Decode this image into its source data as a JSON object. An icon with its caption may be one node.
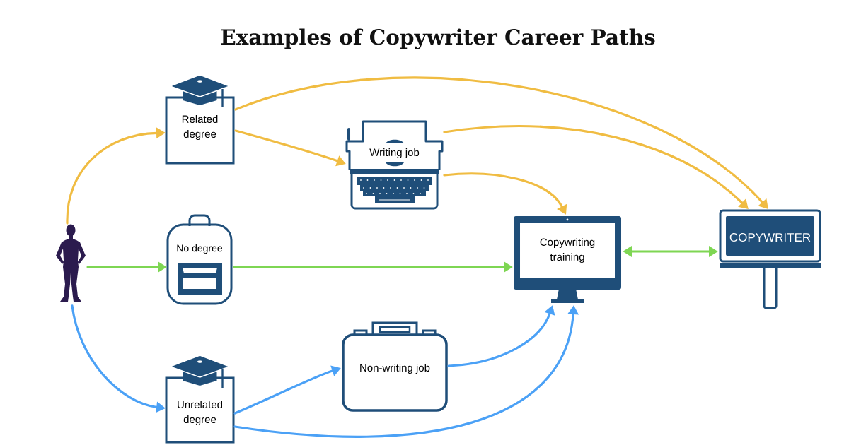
{
  "diagram": {
    "title": "Examples of Copywriter Career Paths",
    "nodes": [
      {
        "text": [],
        "shape": "person"
      },
      {
        "text": [
          "Related degree"
        ]
      },
      {
        "text": [
          "No degree"
        ]
      },
      {
        "text": [
          "Unrelated degree"
        ]
      },
      {
        "text": [
          "Writing job"
        ]
      },
      {
        "text": [
          "Non-writing job"
        ]
      },
      {
        "text": [
          "Copywriting training"
        ]
      },
      {
        "text": [
          "COPYWRITER"
        ]
      }
    ],
    "edges": [
      {
        "from": 0,
        "to": 1,
        "arrow": "to"
      },
      {
        "from": 0,
        "to": 2,
        "arrow": "to",
        "color": "#7ed653"
      },
      {
        "from": 0,
        "to": 3,
        "arrow": "to",
        "color": "#4ba1f6"
      },
      {
        "from": 1,
        "to": 7,
        "arrow": "to"
      },
      {
        "from": 1,
        "to": 4,
        "arrow": "to"
      },
      {
        "from": 4,
        "to": 7,
        "arrow": "to"
      },
      {
        "from": 4,
        "to": 6,
        "arrow": "to"
      },
      {
        "from": 2,
        "to": 6,
        "arrow": "to",
        "color": "#7ed653"
      },
      {
        "from": 6,
        "to": 7,
        "arrow": "both",
        "color": "#7ed653"
      },
      {
        "from": 3,
        "to": 5,
        "arrow": "to",
        "color": "#4ba1f6"
      },
      {
        "from": 5,
        "to": 6,
        "arrow": "to",
        "color": "#4ba1f6"
      },
      {
        "from": 3,
        "to": 6,
        "arrow": "to",
        "color": "#4ba1f6"
      }
    ]
  }
}
